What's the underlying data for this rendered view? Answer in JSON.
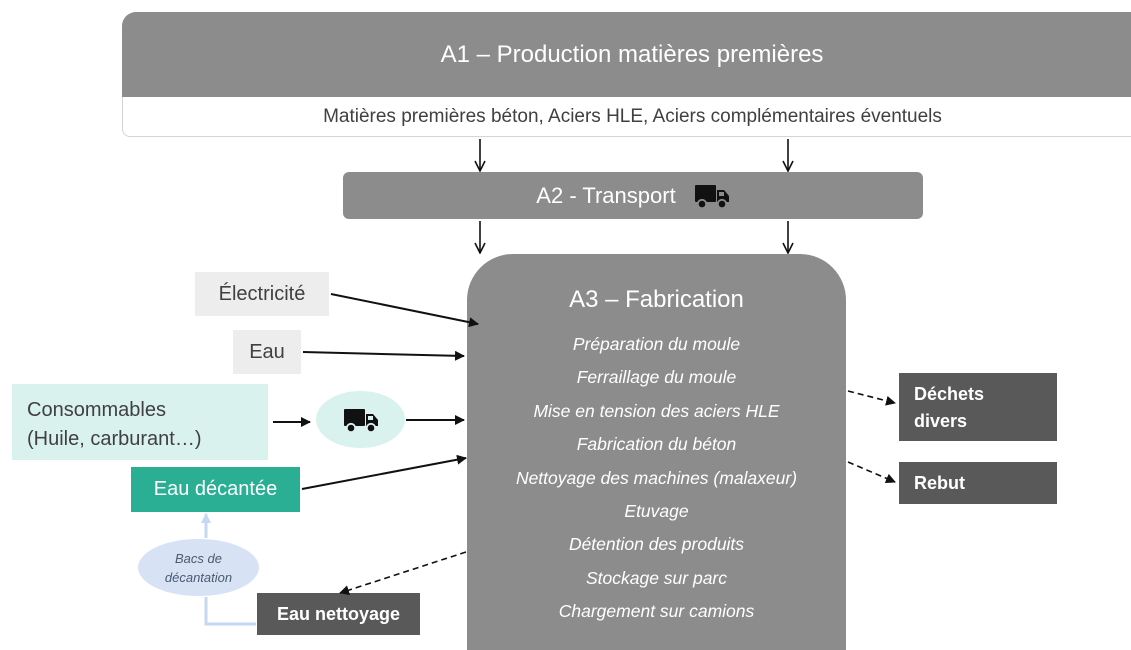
{
  "a1": {
    "title": "A1 – Production matières premières",
    "subtitle": "Matières premières béton, Aciers HLE, Aciers complémentaires éventuels"
  },
  "a2": {
    "title": "A2 - Transport",
    "icon": "truck-icon"
  },
  "a3": {
    "title": "A3 – Fabrication",
    "steps": [
      "Préparation du moule",
      "Ferraillage du moule",
      "Mise en tension des aciers HLE",
      "Fabrication du béton",
      "Nettoyage des machines (malaxeur)",
      "Etuvage",
      "Détention des produits",
      "Stockage sur parc",
      "Chargement sur camions"
    ]
  },
  "inputs": {
    "electricite": "Électricité",
    "eau": "Eau",
    "consommables_line1": "Consommables",
    "consommables_line2": "(Huile, carburant…)",
    "eau_decantee": "Eau décantée"
  },
  "water_loop": {
    "bacs_line1": "Bacs de",
    "bacs_line2": "décantation",
    "eau_nettoyage": "Eau nettoyage"
  },
  "outputs": {
    "dechets_line1": "Déchets",
    "dechets_line2": "divers",
    "rebut": "Rebut"
  },
  "colors": {
    "stage_gray": "#8c8c8c",
    "dark_box": "#595959",
    "input_gray": "#ededed",
    "mint": "#d9f2ee",
    "teal": "#2aae94",
    "light_blue": "#d7e3f5"
  }
}
